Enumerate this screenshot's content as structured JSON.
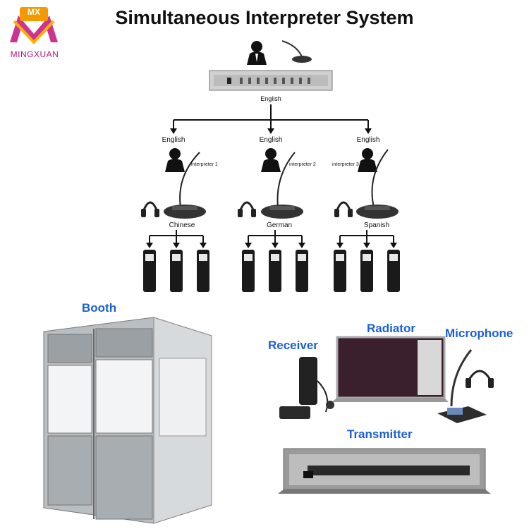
{
  "title": "Simultaneous Interpreter System",
  "logo": {
    "mark": "MX",
    "name": "MINGXUAN"
  },
  "diagram": {
    "source_language": "English",
    "branches": [
      {
        "input_language": "English",
        "interpreter": "interpreter 1",
        "output_language": "Chinese"
      },
      {
        "input_language": "English",
        "interpreter": "interpreter 2",
        "output_language": "German"
      },
      {
        "input_language": "English",
        "interpreter": "interpreter 3",
        "output_language": "Spanish"
      }
    ]
  },
  "products": {
    "booth": "Booth",
    "radiator": "Radiator",
    "receiver": "Receiver",
    "microphone": "Microphone",
    "transmitter": "Transmitter"
  }
}
